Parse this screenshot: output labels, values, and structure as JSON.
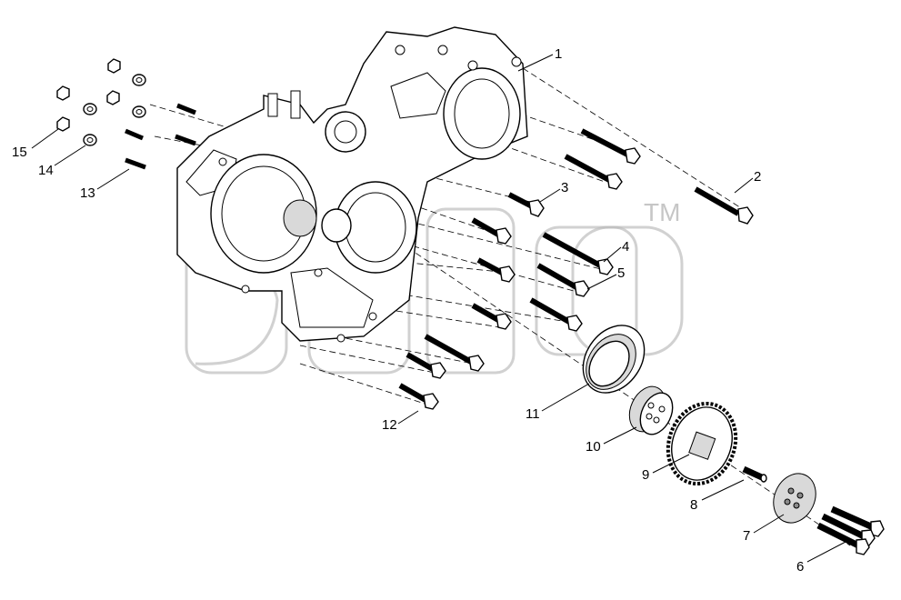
{
  "callouts": [
    {
      "id": "1",
      "label": "1"
    },
    {
      "id": "2",
      "label": "2"
    },
    {
      "id": "3",
      "label": "3"
    },
    {
      "id": "4",
      "label": "4"
    },
    {
      "id": "5",
      "label": "5"
    },
    {
      "id": "6",
      "label": "6"
    },
    {
      "id": "7",
      "label": "7"
    },
    {
      "id": "8",
      "label": "8"
    },
    {
      "id": "9",
      "label": "9"
    },
    {
      "id": "10",
      "label": "10"
    },
    {
      "id": "11",
      "label": "11"
    },
    {
      "id": "12",
      "label": "12"
    },
    {
      "id": "13",
      "label": "13"
    },
    {
      "id": "14",
      "label": "14"
    },
    {
      "id": "15",
      "label": "15"
    }
  ],
  "watermark": {
    "mark": "TM"
  }
}
